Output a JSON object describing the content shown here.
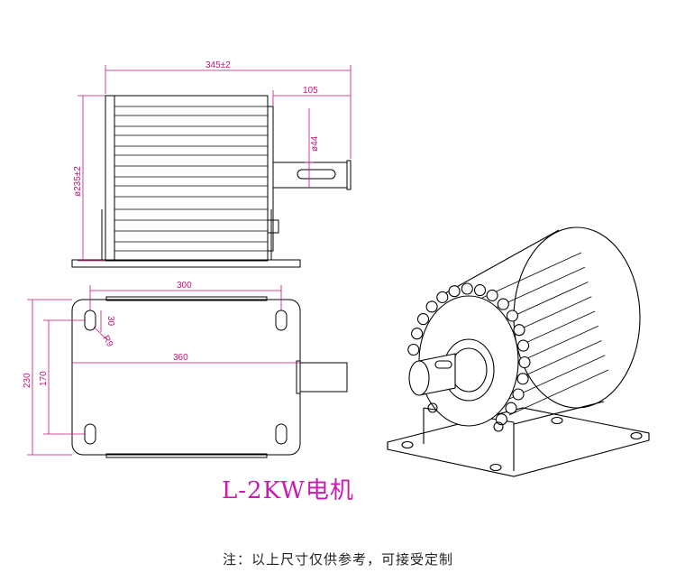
{
  "dimensions": {
    "overall_length": "345±2",
    "shaft_length": "105",
    "shaft_diameter": "ø44",
    "body_diameter": "ø235±2",
    "hole_span_x": "300",
    "hole_offset": "30",
    "hole_radius": "R9",
    "base_width": "360",
    "base_depth": "230",
    "hole_span_y": "170"
  },
  "title": "L-2KW电机",
  "note": "注：以上尺寸仅供参考，可接受定制",
  "colors": {
    "line": "#000000",
    "dimension": "#c0147a",
    "title": "#cc1ab0"
  }
}
